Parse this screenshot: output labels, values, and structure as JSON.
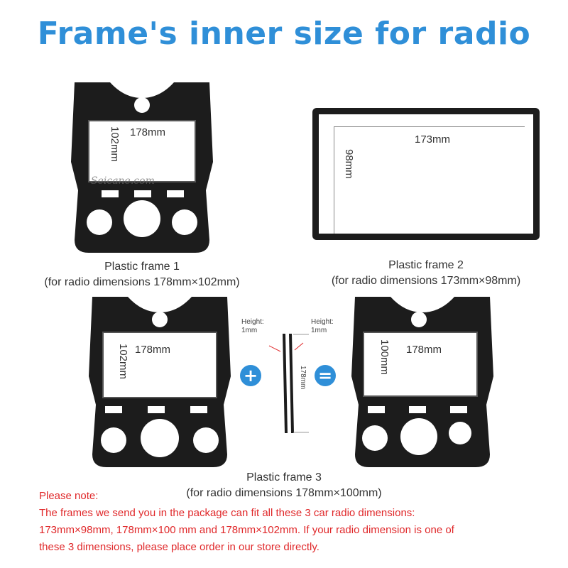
{
  "title": "Frame's inner size for radio",
  "watermark": "Seicane.com",
  "frame1": {
    "width_label": "178mm",
    "height_label": "102mm",
    "caption_line1": "Plastic frame 1",
    "caption_line2": "(for radio dimensions 178mm×102mm)"
  },
  "frame2": {
    "width_label": "173mm",
    "height_label": "98mm",
    "caption_line1": "Plastic frame 2",
    "caption_line2": "(for radio dimensions 173mm×98mm)"
  },
  "frame3": {
    "left_width_label": "178mm",
    "left_height_label": "102mm",
    "strip_height_left_1": "Height:",
    "strip_height_left_2": "1mm",
    "strip_height_right_1": "Height:",
    "strip_height_right_2": "1mm",
    "strip_length_label": "178mm",
    "plus_symbol": "+",
    "equals_symbol": "=",
    "right_width_label": "178mm",
    "right_height_label": "100mm",
    "caption_line1": "Plastic frame 3",
    "caption_line2": "(for radio dimensions 178mm×100mm)"
  },
  "note": {
    "heading": "Please note:",
    "line1": "The frames we send you in the package can fit all these 3 car radio dimensions:",
    "line2": "173mm×98mm,  178mm×100 mm and  178mm×102mm. If your radio dimension is one of",
    "line3": "these 3 dimensions, please place order in our store directly."
  },
  "colors": {
    "title_blue": "#2f8fd8",
    "note_red": "#e0282a",
    "frame_black": "#1c1c1c"
  }
}
